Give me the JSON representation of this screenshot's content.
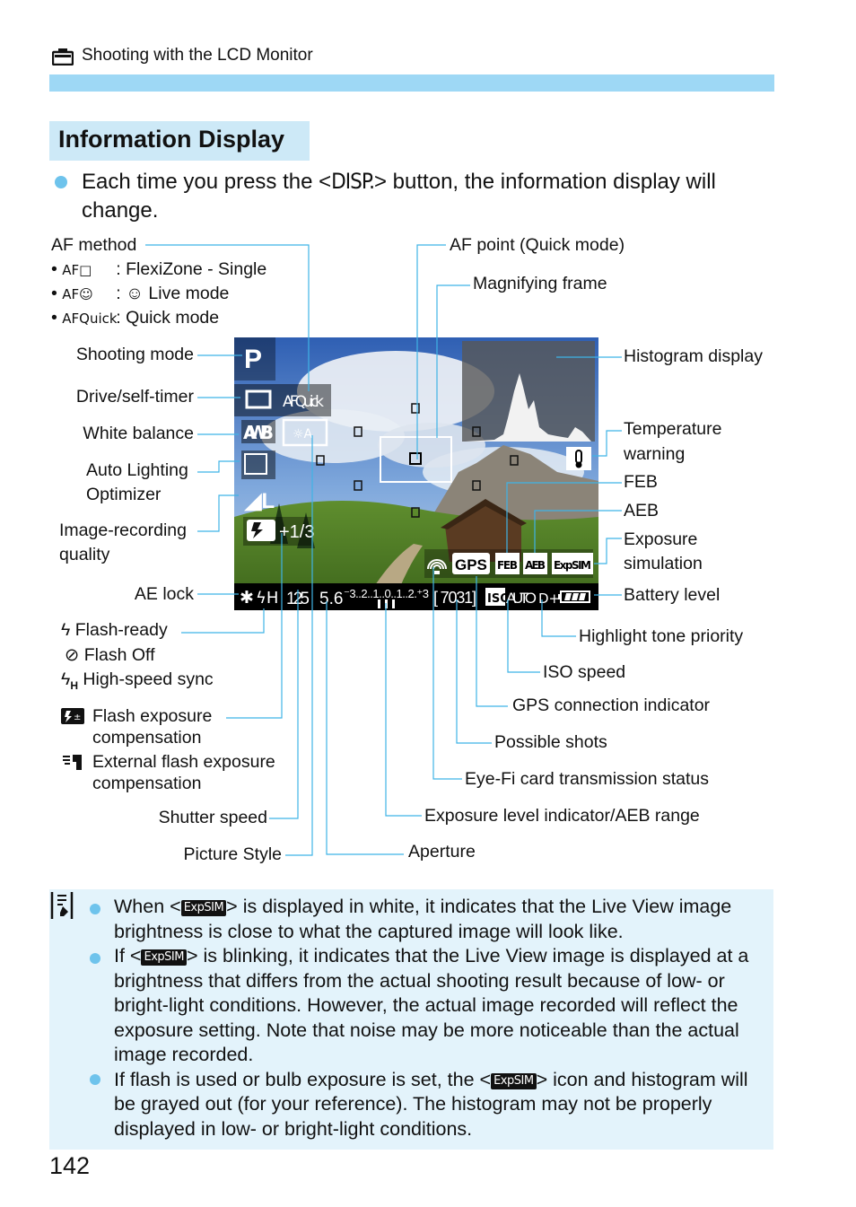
{
  "header": {
    "icon": "camera-icon",
    "section": "Shooting with the LCD Monitor",
    "bar_color": "#9ed8f5"
  },
  "title": "Information Display",
  "intro": {
    "before": "Each time you press the <",
    "button": "DISP.",
    "after": "> button, the information display will change."
  },
  "af_method": {
    "label": "AF method",
    "items": [
      {
        "symbol": "AF□",
        "text": ": FlexiZone - Single"
      },
      {
        "symbol": "AF☺",
        "text": ": ☺ Live mode"
      },
      {
        "symbol": "AFQuick",
        "text": ": Quick mode"
      }
    ]
  },
  "left_labels": {
    "shooting_mode": "Shooting mode",
    "drive": "Drive/self-timer",
    "wb": "White balance",
    "alo_1": "Auto Lighting",
    "alo_2": "Optimizer",
    "irq_1": "Image-recording",
    "irq_2": "quality",
    "ae_lock": "AE lock"
  },
  "flash_labels": {
    "ready": "Flash-ready",
    "off": "Flash Off",
    "hss": "High-speed sync",
    "fec_1": "Flash exposure",
    "fec_2": "compensation",
    "efec_1": "External flash exposure",
    "efec_2": "compensation",
    "shutter": "Shutter speed",
    "picture_style": "Picture Style"
  },
  "right_labels": {
    "af_point": "AF point (Quick mode)",
    "magnify": "Magnifying frame",
    "histogram": "Histogram display",
    "temp_1": "Temperature",
    "temp_2": "warning",
    "feb": "FEB",
    "aeb": "AEB",
    "exp_1": "Exposure",
    "exp_2": "simulation",
    "battery": "Battery level",
    "htp": "Highlight tone priority",
    "iso": "ISO speed",
    "gps": "GPS connection indicator",
    "shots": "Possible shots",
    "eyefi": "Eye-Fi card transmission status",
    "exp_level": "Exposure level indicator/AEB range",
    "aperture": "Aperture"
  },
  "lcd": {
    "mode": "P",
    "af": "AFQuick",
    "wb": "AWB",
    "fec": "+1/3",
    "shutter": "125",
    "aperture": "5.6",
    "scale": "⁻3..2..1..0..1..2.⁺3",
    "shots": "[ 7031]",
    "iso": "AUTO",
    "gps": "GPS",
    "feb": "FEB",
    "aeb": "AEB",
    "expsim": "ExpSIM"
  },
  "note": {
    "icon": "memo-icon",
    "expsim": "ExpSIM",
    "b1_before": "When <",
    "b1_after": "> is displayed in white, it indicates that the Live View image brightness is close to what the captured image will look like.",
    "b2_before": "If <",
    "b2_after": "> is blinking, it indicates that the Live View image is displayed at a brightness that differs from the actual shooting result because of low- or bright-light conditions. However, the actual image recorded will reflect the exposure setting. Note that noise may be more noticeable than the actual image recorded.",
    "b3_before": "If flash is used or bulb exposure is set, the <",
    "b3_after": "> icon and histogram will be grayed out (for your reference). The histogram may not be properly displayed in low- or bright-light conditions."
  },
  "page_number": "142"
}
